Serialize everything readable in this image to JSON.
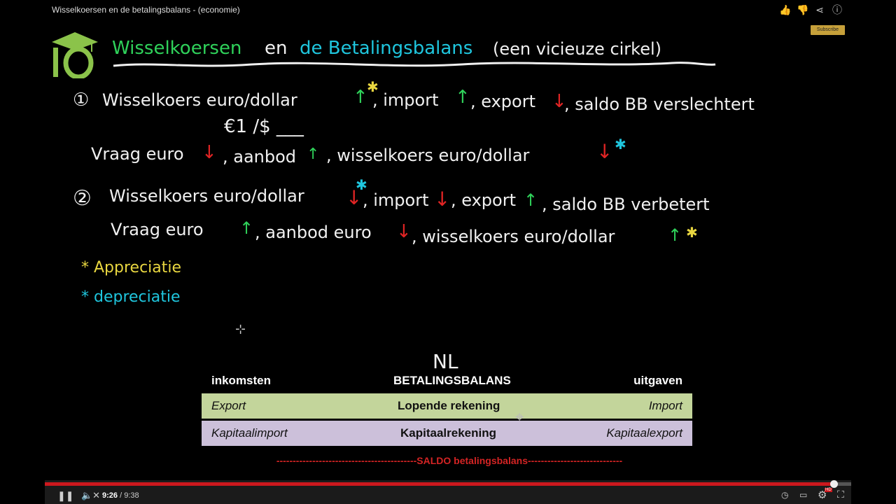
{
  "window": {
    "title": "Wisselkoersen en de betalingsbalans - (economie)"
  },
  "top_actions": {
    "subscribe_label": "Subscribe"
  },
  "slide": {
    "title_part1": "Wisselkoersen",
    "title_part2": "en",
    "title_part3": "de Betalingsbalans",
    "title_part4": "(een vicieuze cirkel)",
    "line1": {
      "num": "①",
      "text1": "Wisselkoers euro/dollar",
      "text2": ", import",
      "text3": ", export",
      "text4": ", saldo BB verslechtert"
    },
    "line1b": "€1 /$ ___",
    "line2": {
      "text1": "Vraag euro",
      "text2": ", aanbod",
      "text3": ", wisselkoers euro/dollar"
    },
    "line3": {
      "num": "②",
      "text1": "Wisselkoers euro/dollar",
      "text2": ", import",
      "text3": ", export",
      "text4": ", saldo BB verbetert"
    },
    "line4": {
      "text1": "Vraag euro",
      "text2": ", aanbod euro",
      "text3": ", wisselkoers euro/dollar"
    },
    "legend": [
      {
        "mark": "*",
        "label": "Appreciatie",
        "color": "#e8d640"
      },
      {
        "mark": "*",
        "label": "depreciatie",
        "color": "#1fc6de"
      }
    ],
    "nl_label": "NL"
  },
  "balance_table": {
    "headers": {
      "left": "inkomsten",
      "center": "BETALINGSBALANS",
      "right": "uitgaven"
    },
    "rows": [
      {
        "left": "Export",
        "center": "Lopende rekening",
        "right": "Import",
        "color": "#c3d59b"
      },
      {
        "left": "Kapitaalimport",
        "center": "Kapitaalrekening",
        "right": "Kapitaalexport",
        "color": "#ccc0da"
      }
    ],
    "saldo": "-------------------------------------------SALDO betalingsbalans-----------------------------"
  },
  "player": {
    "current_time": "9:26",
    "duration": "/ 9:38",
    "progress": 0.9787,
    "hd_badge": "HD"
  },
  "colors": {
    "up_arrow": "#2fd15a",
    "down_arrow": "#e02424",
    "progress": "#cc181e"
  }
}
